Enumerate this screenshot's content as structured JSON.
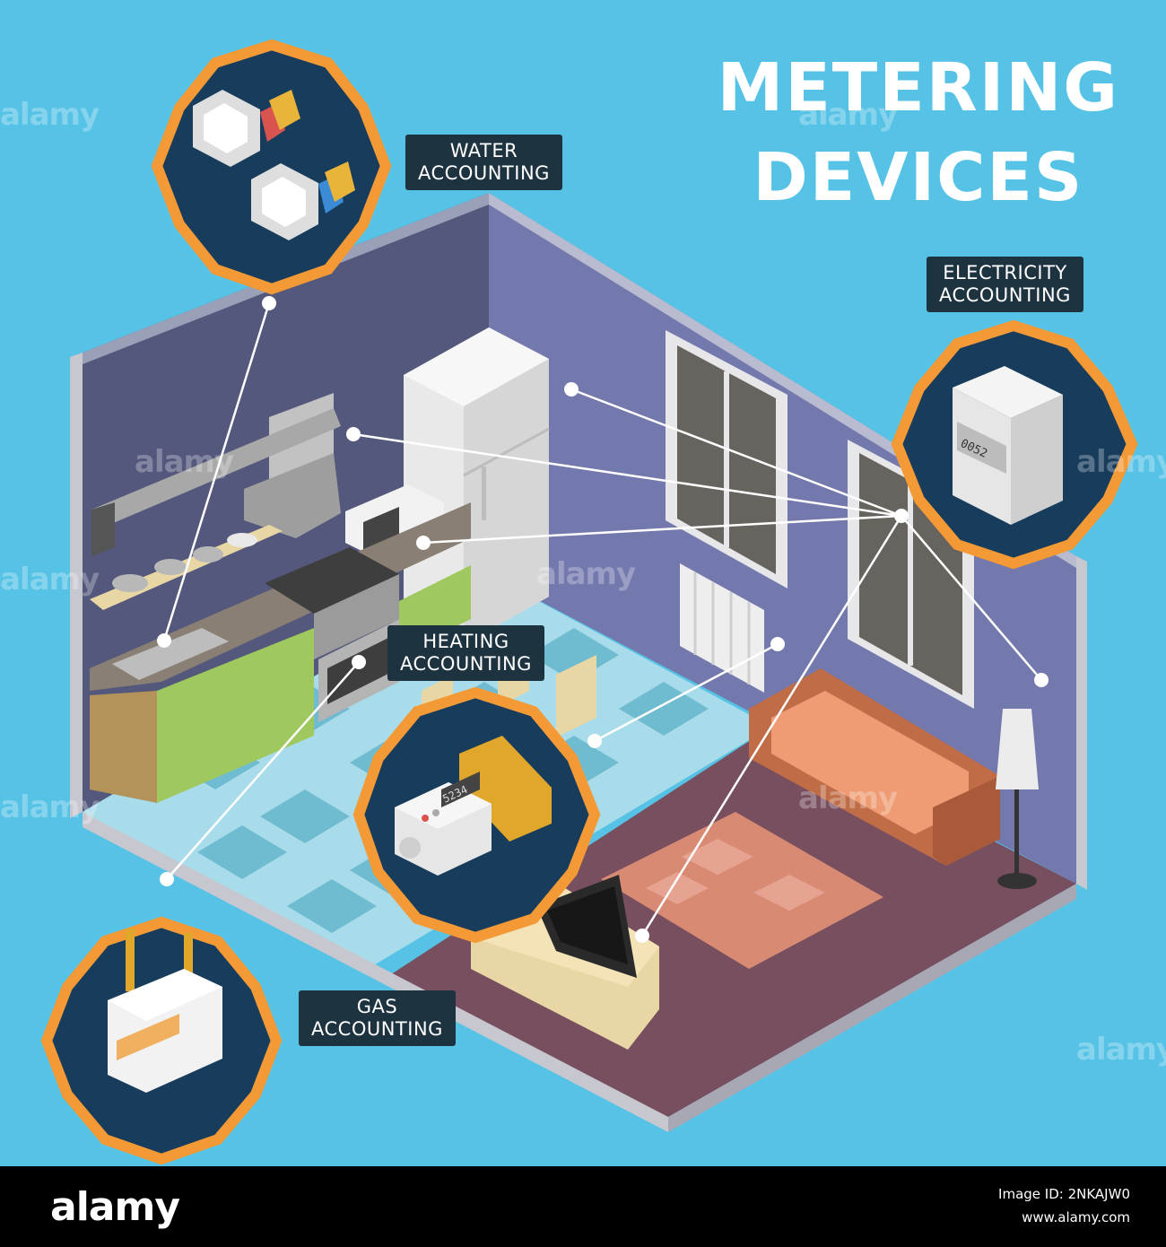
{
  "title": {
    "line1": "METERING",
    "line2": "DEVICES"
  },
  "labels": {
    "water": {
      "line1": "WATER",
      "line2": "ACCOUNTING"
    },
    "electricity": {
      "line1": "ELECTRICITY",
      "line2": "ACCOUNTING"
    },
    "heating": {
      "line1": "HEATING",
      "line2": "ACCOUNTING"
    },
    "gas": {
      "line1": "GAS",
      "line2": "ACCOUNTING"
    }
  },
  "meters": {
    "electricity_display": "0052",
    "heating_display": "5234"
  },
  "watermark": "alamy",
  "footer": {
    "brand": "alamy",
    "image_id_label": "Image ID: 2NKAJW0",
    "site": "www.alamy.com"
  },
  "colors": {
    "background": "#56c3e6",
    "badge_fill": "#173c5c",
    "badge_border": "#f39a37",
    "label_bg": "#1e3340",
    "back_wall": "#7479ad",
    "left_wall": "#53587c",
    "carpet": "#784f5f",
    "cabinet": "#9fc85e"
  }
}
